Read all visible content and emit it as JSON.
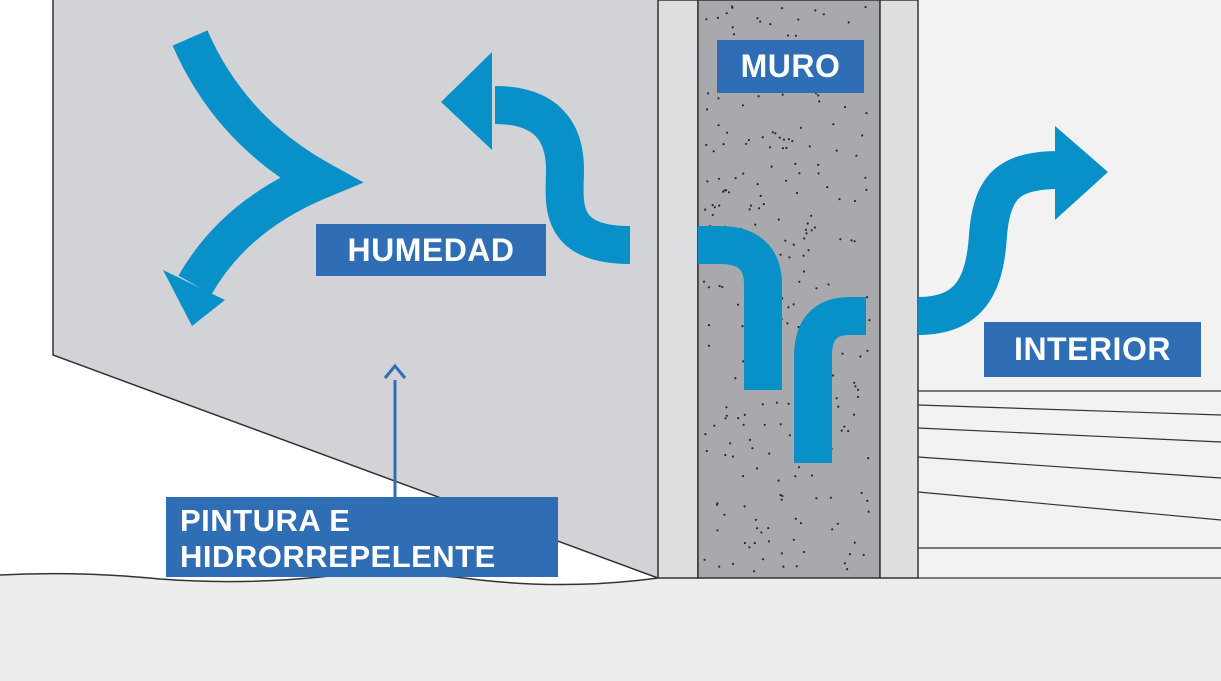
{
  "labels": {
    "muro": "MURO",
    "humedad": "HUMEDAD",
    "interior": "INTERIOR",
    "pintura_line1": "PINTURA E",
    "pintura_line2": "HIDRORREPELENTE"
  },
  "icons": {
    "moisture_arrows": "curved-arrow-icon",
    "pointer": "pointer-arrow-icon"
  },
  "colors": {
    "arrow": "#0891c8",
    "label_bg": "#2f6db5",
    "label_text": "#ffffff",
    "exterior_wall": "#d1d3d6",
    "wall_core": "#a8a9ac",
    "wall_face": "#dcdee0",
    "interior_bg": "#f2f2f2",
    "ground": "#eceded",
    "outline": "#333333"
  }
}
